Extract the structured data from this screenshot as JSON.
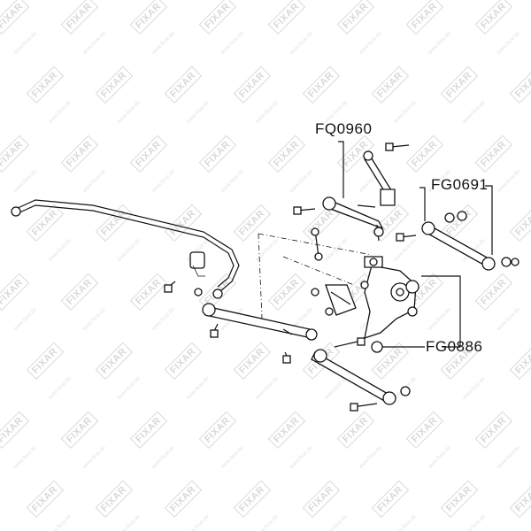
{
  "watermark": {
    "brand": "FIXAR",
    "url": "www.fixar.de"
  },
  "callouts": {
    "upper_arm": "FQ0960",
    "trailing_arm": "FG0691",
    "bushing": "FG0886"
  }
}
